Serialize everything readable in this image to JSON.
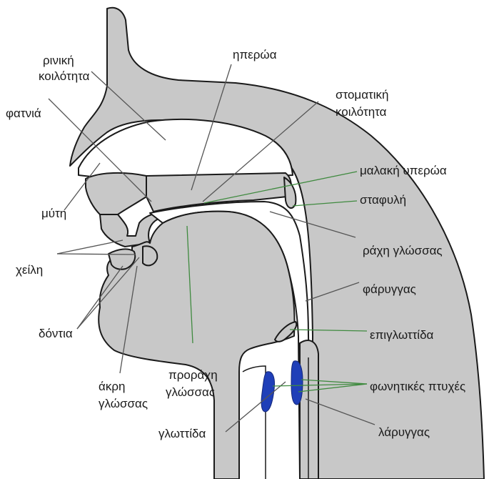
{
  "labels": {
    "nasal_cavity_1": "ρινική",
    "nasal_cavity_2": "κοιλότητα",
    "alveolar_ridge": "φατνιά",
    "hard_palate": "ηπερώα",
    "oral_cavity_1": "στοματική",
    "oral_cavity_2": "κοιλότητα",
    "soft_palate": "μαλακή υπερώα",
    "uvula": "σταφυλή",
    "nose": "μύτη",
    "tongue_back": "ράχη γλώσσας",
    "lips": "χείλη",
    "pharynx": "φάρυγγας",
    "teeth": "δόντια",
    "epiglottis": "επιγλωττίδα",
    "tongue_tip_1": "άκρη",
    "tongue_tip_2": "γλώσσας",
    "tongue_front_1": "προράχη",
    "tongue_front_2": "γλώσσας",
    "vocal_folds": "φωνητικές πτυχές",
    "glottis": "γλωττίδα",
    "larynx": "λάρυγγας"
  },
  "colors": {
    "tissue": "#c8c8c8",
    "outline": "#1a1a1a",
    "vocal_folds": "#1f3fb8",
    "leader_green": "#3f8a3f",
    "leader_gray": "#555555"
  }
}
